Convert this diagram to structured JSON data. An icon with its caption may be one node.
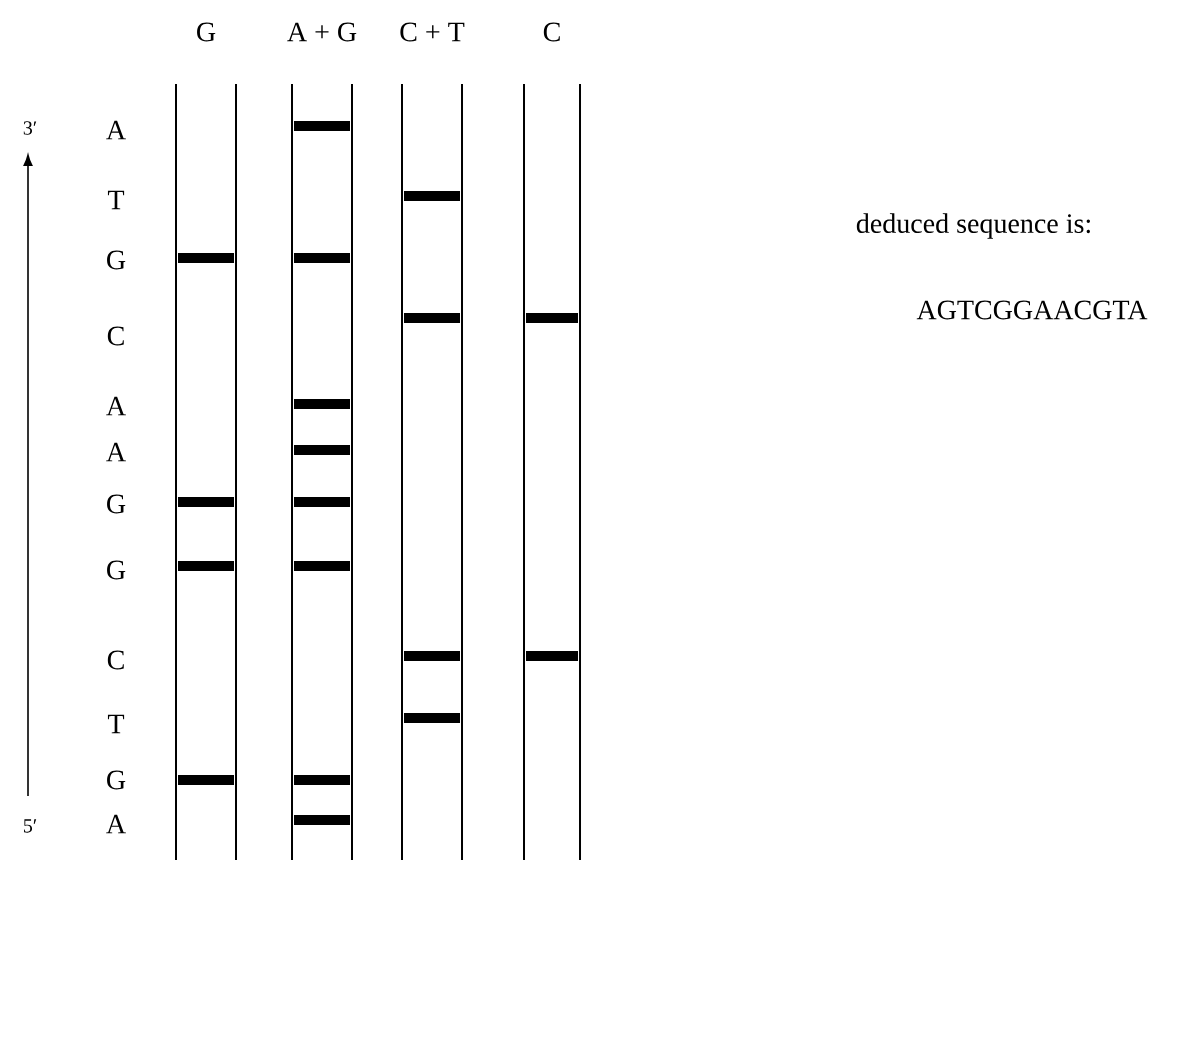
{
  "diagram": {
    "nodes": [
      {
        "text": [
          "G"
        ]
      },
      {
        "text": [],
        "shape": "bar",
        "in": 0
      },
      {
        "text": [],
        "shape": "bar",
        "in": 0
      },
      {
        "text": [],
        "shape": "bar",
        "in": 0
      },
      {
        "text": [],
        "shape": "bar",
        "in": 0
      },
      {
        "text": [
          "A + G"
        ]
      },
      {
        "text": [],
        "shape": "bar",
        "in": 5
      },
      {
        "text": [],
        "shape": "bar",
        "in": 5
      },
      {
        "text": [],
        "shape": "bar",
        "in": 5
      },
      {
        "text": [],
        "shape": "bar",
        "in": 5
      },
      {
        "text": [],
        "shape": "bar",
        "in": 5
      },
      {
        "text": [],
        "shape": "bar",
        "in": 5
      },
      {
        "text": [],
        "shape": "bar",
        "in": 5
      },
      {
        "text": [],
        "shape": "bar",
        "in": 5
      },
      {
        "text": [
          "C + T"
        ]
      },
      {
        "text": [],
        "shape": "bar",
        "in": 14
      },
      {
        "text": [],
        "shape": "bar",
        "in": 14
      },
      {
        "text": [],
        "shape": "bar",
        "in": 14
      },
      {
        "text": [],
        "shape": "bar",
        "in": 14
      },
      {
        "text": [
          "C"
        ]
      },
      {
        "text": [],
        "shape": "bar",
        "in": 19
      },
      {
        "text": [],
        "shape": "bar",
        "in": 19
      }
    ],
    "labels": [
      "3′",
      "A",
      "T",
      "G",
      "C",
      "A",
      "A",
      "G",
      "G",
      "C",
      "T",
      "G",
      "5′",
      "A",
      "deduced sequence is:",
      "AGTCGGAACGTA"
    ]
  }
}
